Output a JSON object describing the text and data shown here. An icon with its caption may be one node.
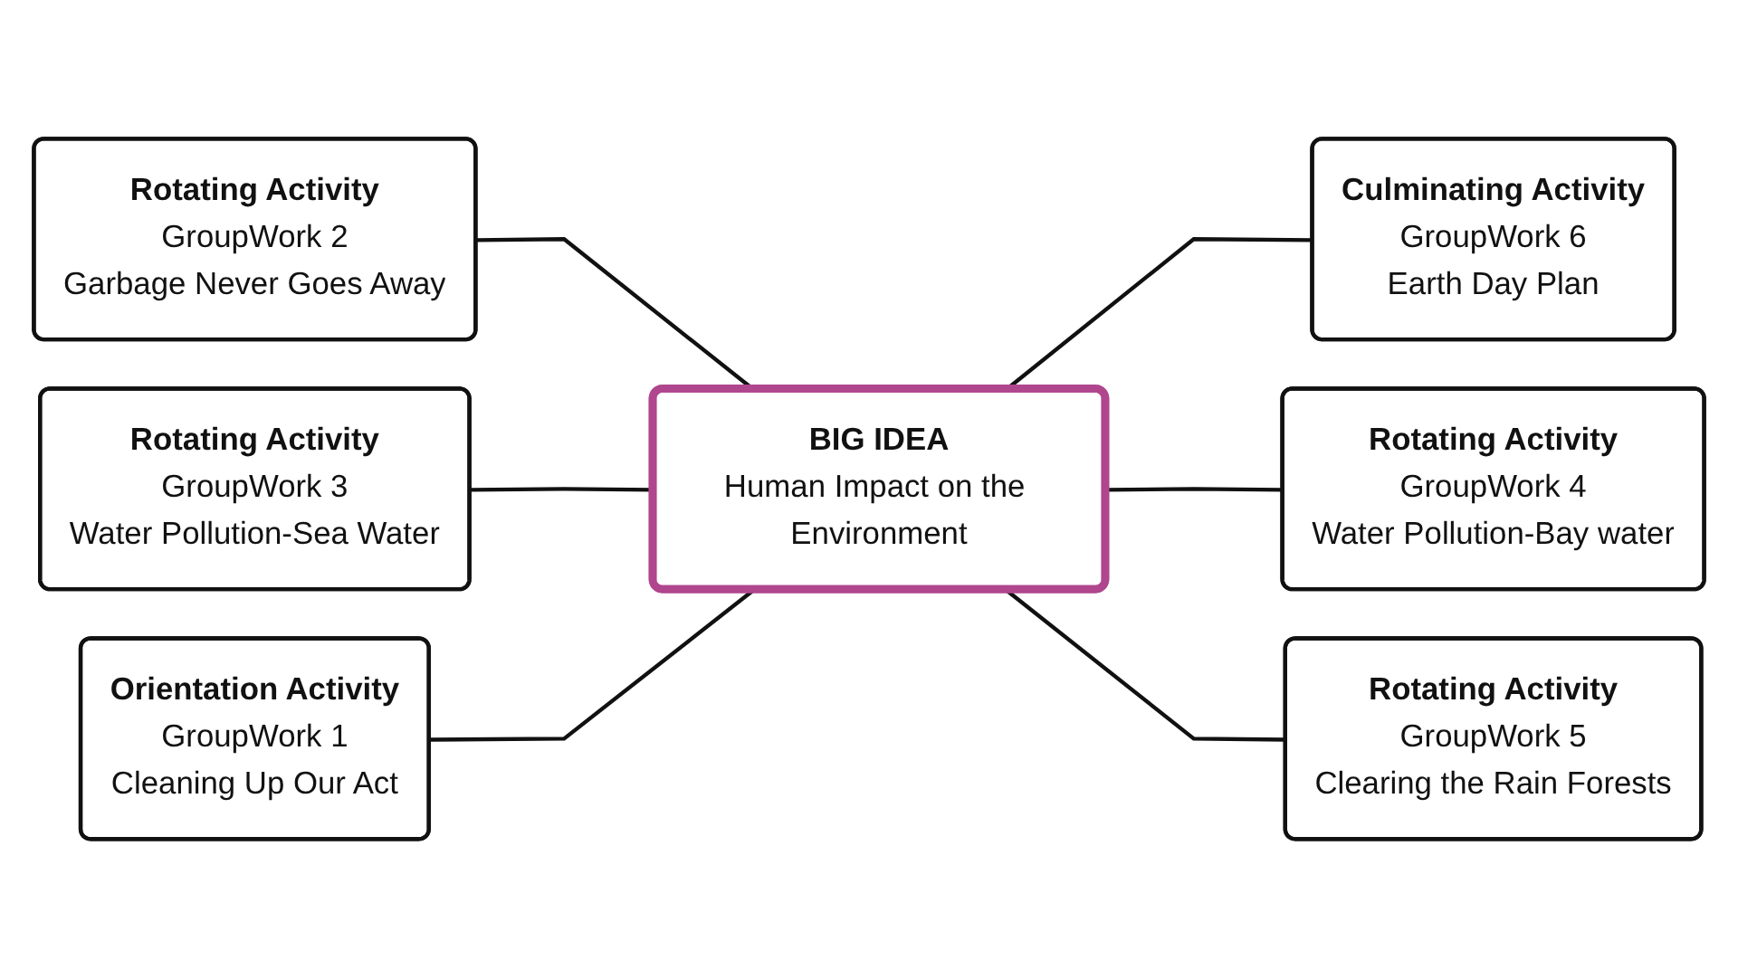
{
  "diagram": {
    "nodes": [
      {
        "text": [
          "BIG IDEA",
          "Human Impact on the Environment"
        ]
      },
      {
        "text": [
          "Rotating Activity",
          "GroupWork 2",
          "Garbage Never Goes Away"
        ]
      },
      {
        "text": [
          "Rotating Activity",
          "GroupWork 3",
          "Water Pollution-Sea Water"
        ]
      },
      {
        "text": [
          "Orientation Activity",
          "GroupWork 1",
          "Cleaning Up Our Act"
        ]
      },
      {
        "text": [
          "Culminating Activity",
          "GroupWork 6",
          "Earth Day Plan"
        ]
      },
      {
        "text": [
          "Rotating Activity",
          "GroupWork 4",
          "Water Pollution-Bay water"
        ]
      },
      {
        "text": [
          "Rotating Activity",
          "GroupWork 5",
          "Clearing the Rain Forests"
        ]
      }
    ],
    "edges": [
      {
        "from": 1,
        "to": 0,
        "arrow": "none"
      },
      {
        "from": 2,
        "to": 0,
        "arrow": "none"
      },
      {
        "from": 3,
        "to": 0,
        "arrow": "none"
      },
      {
        "from": 0,
        "to": 4,
        "arrow": "none"
      },
      {
        "from": 0,
        "to": 5,
        "arrow": "none"
      },
      {
        "from": 0,
        "to": 6,
        "arrow": "none"
      }
    ]
  }
}
